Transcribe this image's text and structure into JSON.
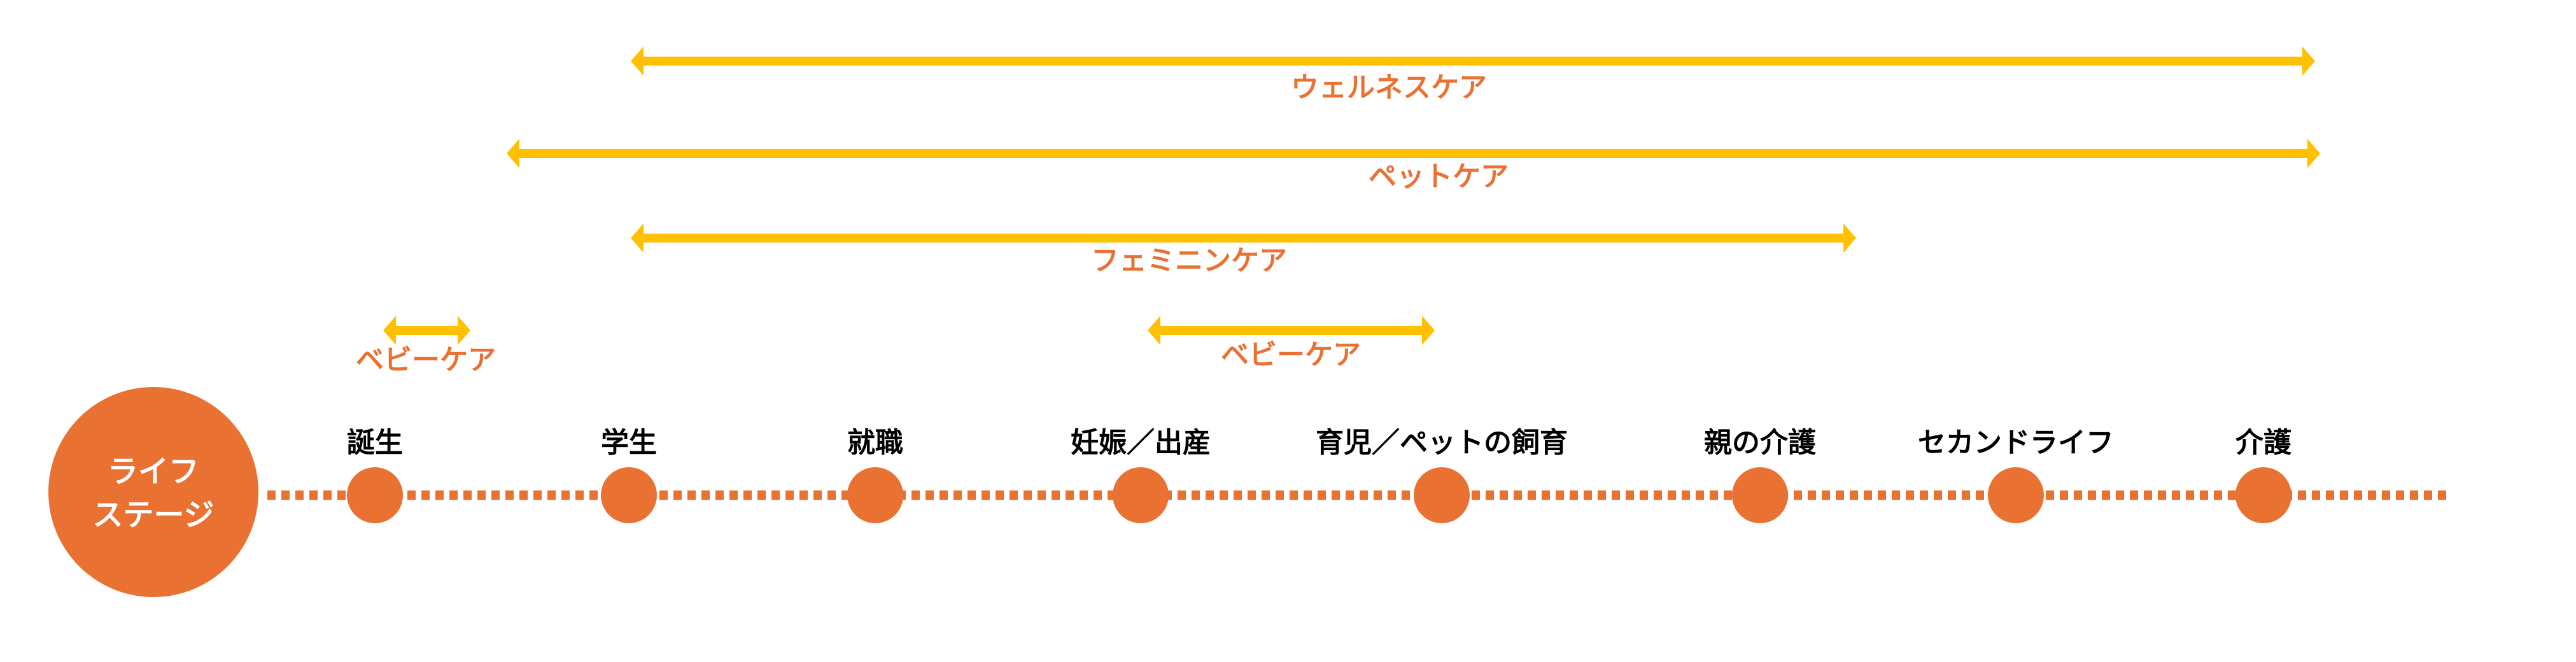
{
  "colors": {
    "orange": "#E97132",
    "yellow": "#FFC000",
    "text": "#000000",
    "center_text": "#FFFFFF"
  },
  "center": {
    "line1": "ライフ",
    "line2": "ステージ"
  },
  "stages": [
    {
      "label": "誕生"
    },
    {
      "label": "学生"
    },
    {
      "label": "就職"
    },
    {
      "label": "妊娠／出産"
    },
    {
      "label": "育児／ペットの飼育"
    },
    {
      "label": "親の介護"
    },
    {
      "label": "セカンドライフ"
    },
    {
      "label": "介護"
    }
  ],
  "care_ranges": [
    {
      "label": "ウェルネスケア"
    },
    {
      "label": "ペットケア"
    },
    {
      "label": "フェミニンケア"
    },
    {
      "label": "ベビーケア"
    },
    {
      "label": "ベビーケア"
    }
  ]
}
